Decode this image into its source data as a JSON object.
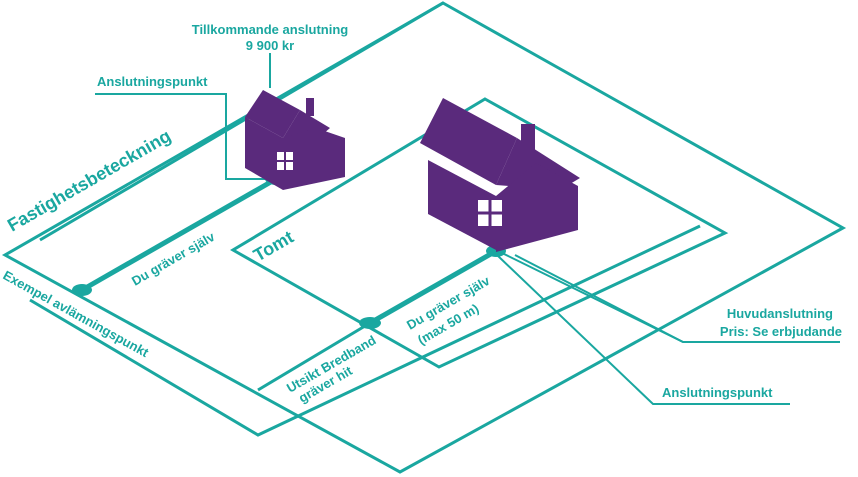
{
  "colors": {
    "teal": "#1aa7a0",
    "purple": "#5a2a7c",
    "white": "#ffffff"
  },
  "labels": {
    "future_connection": "Tillkommande anslutning",
    "future_connection_price": "9 900 kr",
    "connection_point_top": "Anslutningspunkt",
    "property_designation": "Fastighetsbeteckning",
    "dig_yourself_left": "Du gräver själv",
    "plot": "Tomt",
    "example_delivery_point": "Exempel avlämningspunkt",
    "dig_yourself_right": "Du gräver själv",
    "dig_yourself_right_max": "(max 50 m)",
    "utsikt_digs_1": "Utsikt Bredband",
    "utsikt_digs_2": "gräver hit",
    "main_connection": "Huvudanslutning",
    "main_connection_price": "Pris: Se erbjudande",
    "connection_point_bottom": "Anslutningspunkt"
  },
  "icons": {
    "small_house": "house-icon",
    "large_house": "house-icon"
  }
}
